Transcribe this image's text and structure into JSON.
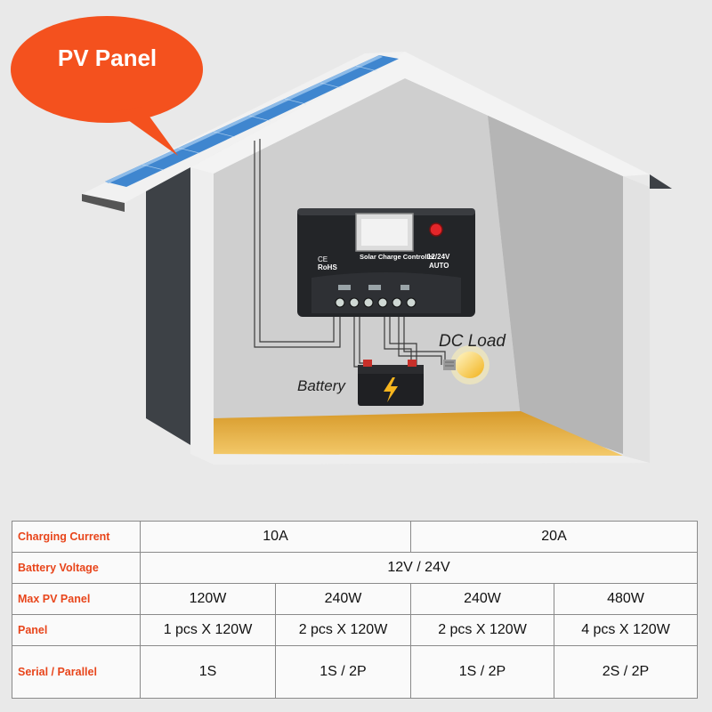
{
  "callout": {
    "label": "PV Panel",
    "color": "#f4511e"
  },
  "controller": {
    "mark_ce": "CE",
    "mark_rohs": "RoHS",
    "title": "Solar Charge Controller",
    "voltage": "12/24V",
    "mode": "AUTO"
  },
  "labels": {
    "dc_load": "DC Load",
    "battery": "Battery"
  },
  "table": {
    "rows": [
      {
        "label": "Charging Current",
        "cells": [
          "10A",
          "20A"
        ]
      },
      {
        "label": "Battery Voltage",
        "cells": [
          "12V / 24V"
        ]
      },
      {
        "label": "Max PV Panel",
        "cells": [
          "120W",
          "240W",
          "240W",
          "480W"
        ]
      },
      {
        "label": "Panel",
        "cells": [
          "1 pcs X 120W",
          "2 pcs X 120W",
          "2 pcs X 120W",
          "4 pcs X 120W"
        ]
      },
      {
        "label": "Serial / Parallel",
        "cells": [
          "1S",
          "1S / 2P",
          "1S / 2P",
          "2S / 2P"
        ]
      }
    ]
  }
}
